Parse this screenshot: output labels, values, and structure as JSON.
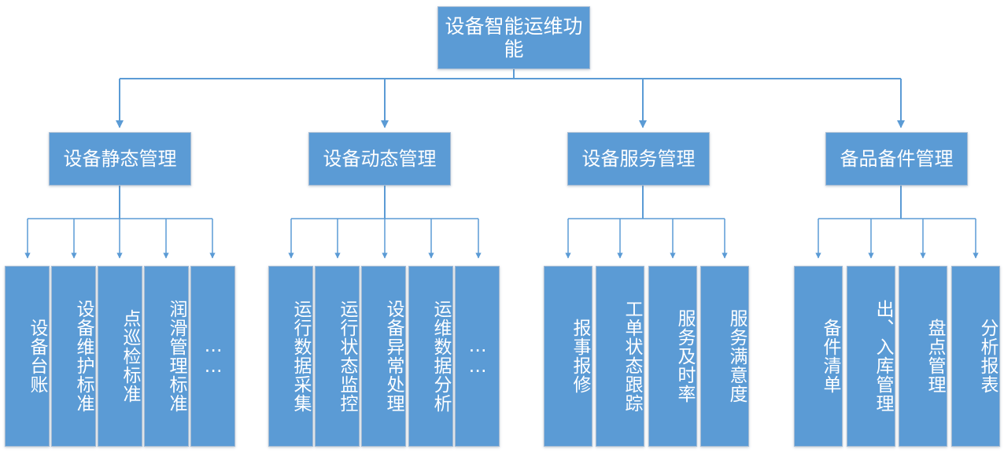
{
  "diagram": {
    "type": "organizational-tree",
    "title": "设备智能运维功能",
    "root": {
      "label": "设备智能运维功能"
    },
    "branches": [
      {
        "label": "设备静态管理",
        "children": [
          {
            "label": "设备台账"
          },
          {
            "label": "设备维护标准"
          },
          {
            "label": "点巡检标准"
          },
          {
            "label": "润滑管理标准"
          },
          {
            "label": "……"
          }
        ]
      },
      {
        "label": "设备动态管理",
        "children": [
          {
            "label": "运行数据采集"
          },
          {
            "label": "运行状态监控"
          },
          {
            "label": "设备异常处理"
          },
          {
            "label": "运维数据分析"
          },
          {
            "label": "……"
          }
        ]
      },
      {
        "label": "设备服务管理",
        "children": [
          {
            "label": "报事报修"
          },
          {
            "label": "工单状态跟踪"
          },
          {
            "label": "服务及时率"
          },
          {
            "label": "服务满意度"
          }
        ]
      },
      {
        "label": "备品备件管理",
        "children": [
          {
            "label": "备件清单"
          },
          {
            "label": "出、入库管理"
          },
          {
            "label": "盘点管理"
          },
          {
            "label": "分析报表"
          }
        ]
      }
    ],
    "colors": {
      "node_fill": "#5b9bd5",
      "node_border": "#a6bcd4",
      "node_text": "#ffffff",
      "connector": "#5b9bd5",
      "background": "#ffffff"
    }
  }
}
